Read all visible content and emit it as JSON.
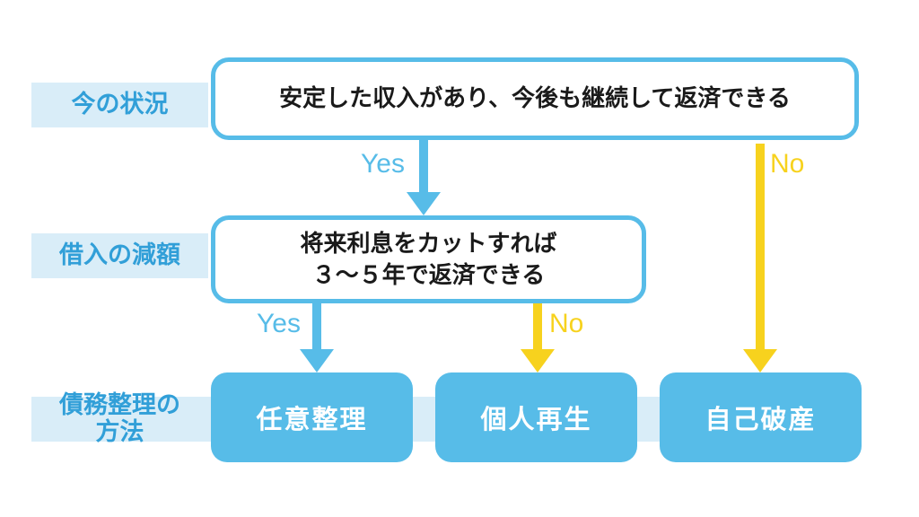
{
  "palette": {
    "blue": "#57BCE8",
    "blue_text": "#319FD8",
    "light_blue": "#D9EDF8",
    "yellow": "#F7D21E",
    "ink": "#1A1A1A",
    "bg": "#FFFFFF"
  },
  "labels": {
    "row1": "今の状況",
    "row2": "借入の減額",
    "row3_line1": "債務整理の",
    "row3_line2": "方法"
  },
  "boxes": {
    "condition1": "安定した収入があり、今後も継続して返済できる",
    "condition2_line1": "将来利息をカットすれば",
    "condition2_line2": "３〜５年で返済できる",
    "results": [
      "任意整理",
      "個人再生",
      "自己破産"
    ]
  },
  "connectors": {
    "yes1": "Yes",
    "no1": "No",
    "yes2": "Yes",
    "no2": "No"
  }
}
